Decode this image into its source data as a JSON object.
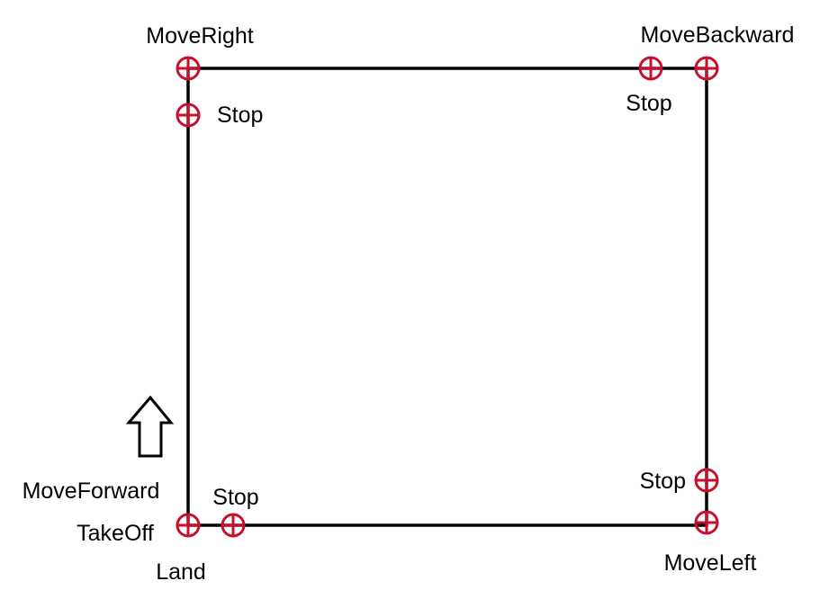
{
  "diagram": {
    "path_color": "#000000",
    "waypoint_color": "#c8102e",
    "direction_icon": "up-arrow-icon",
    "labels": {
      "move_right": "MoveRight",
      "move_backward": "MoveBackward",
      "stop_top_left": "Stop",
      "stop_top_right": "Stop",
      "stop_bottom_right": "Stop",
      "stop_bottom_left": "Stop",
      "move_forward": "MoveForward",
      "take_off": "TakeOff",
      "land": "Land",
      "move_left": "MoveLeft"
    },
    "waypoints": [
      {
        "name": "waypoint-move-right",
        "icon": "waypoint-marker-icon"
      },
      {
        "name": "waypoint-stop-top-left",
        "icon": "waypoint-marker-icon"
      },
      {
        "name": "waypoint-stop-top-right",
        "icon": "waypoint-marker-icon"
      },
      {
        "name": "waypoint-move-backward",
        "icon": "waypoint-marker-icon"
      },
      {
        "name": "waypoint-stop-bottom-right",
        "icon": "waypoint-marker-icon"
      },
      {
        "name": "waypoint-move-left",
        "icon": "waypoint-marker-icon"
      },
      {
        "name": "waypoint-takeoff-land",
        "icon": "waypoint-marker-icon"
      },
      {
        "name": "waypoint-stop-bottom-left",
        "icon": "waypoint-marker-icon"
      }
    ]
  }
}
